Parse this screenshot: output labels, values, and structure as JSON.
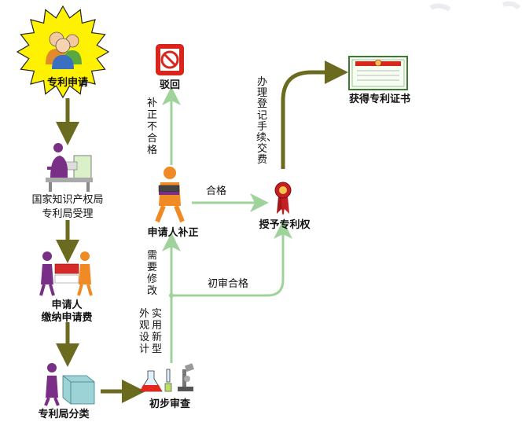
{
  "nodes": {
    "patent_application": "专利申请",
    "cnipa_accept_line1": "国家知识产权局",
    "cnipa_accept_line2": "专利局受理",
    "pay_fee_line1": "申请人",
    "pay_fee_line2": "缴纳申请费",
    "classify": "专利局分类",
    "preliminary_exam": "初步审查",
    "applicant_correct": "申请人补正",
    "reject": "驳回",
    "grant": "授予专利权",
    "certificate": "获得专利证书"
  },
  "edges": {
    "correct_unqualified": "补正不合格",
    "qualified": "合格",
    "register_pay": "办理登记手续、交费",
    "needs_modification": "需要修改",
    "preliminary_pass": "初审合格",
    "design_col1": "外观设计",
    "design_col2": "实用新型"
  },
  "colors": {
    "olive_arrow": "#6b6b1f",
    "green_arrow": "#9fd39b",
    "star_fill": "#fff200",
    "person_orange": "#f08a24",
    "person_purple": "#7a2f87"
  }
}
